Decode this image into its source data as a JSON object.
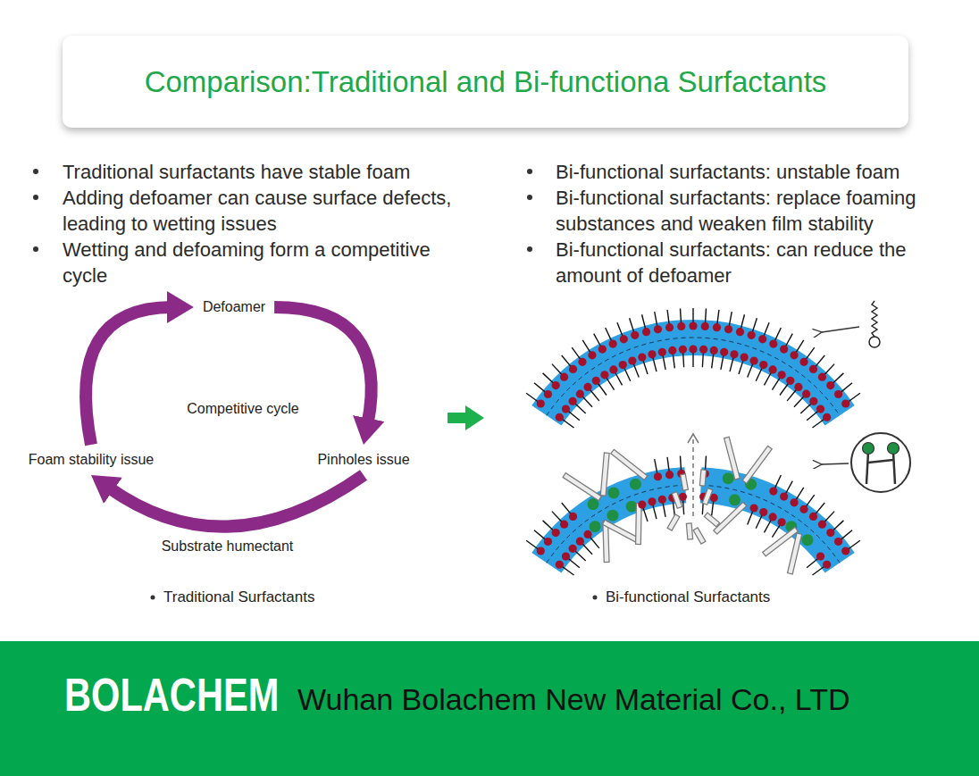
{
  "diagram": {
    "title": "Comparison:Traditional and Bi-functiona Surfactants",
    "nodes": [
      {
        "text": [
          "Defoamer"
        ]
      },
      {
        "text": [
          "Pinholes issue"
        ]
      },
      {
        "text": [
          "Foam stability issue"
        ]
      }
    ],
    "edges": [
      {
        "from": 0,
        "to": 1,
        "arrow": "to"
      },
      {
        "from": 1,
        "to": 2,
        "label": "Substrate humectant",
        "arrow": "to"
      },
      {
        "from": 2,
        "to": 0,
        "arrow": "to"
      }
    ],
    "labels": [
      "Traditional surfactants have stable foam",
      "Adding defoamer can cause surface defects, leading to wetting issues",
      "Wetting and defoaming form a competitive cycle",
      "Bi-functional surfactants: unstable foam",
      "Bi-functional surfactants: replace foaming substances and weaken film stability",
      "Bi-functional surfactants: can reduce the amount of defoamer",
      "Competitive cycle",
      "Traditional Surfactants",
      "Bi-functional Surfactants",
      "BOLACHEM",
      "Wuhan Bolachem New Material Co., LTD"
    ]
  }
}
